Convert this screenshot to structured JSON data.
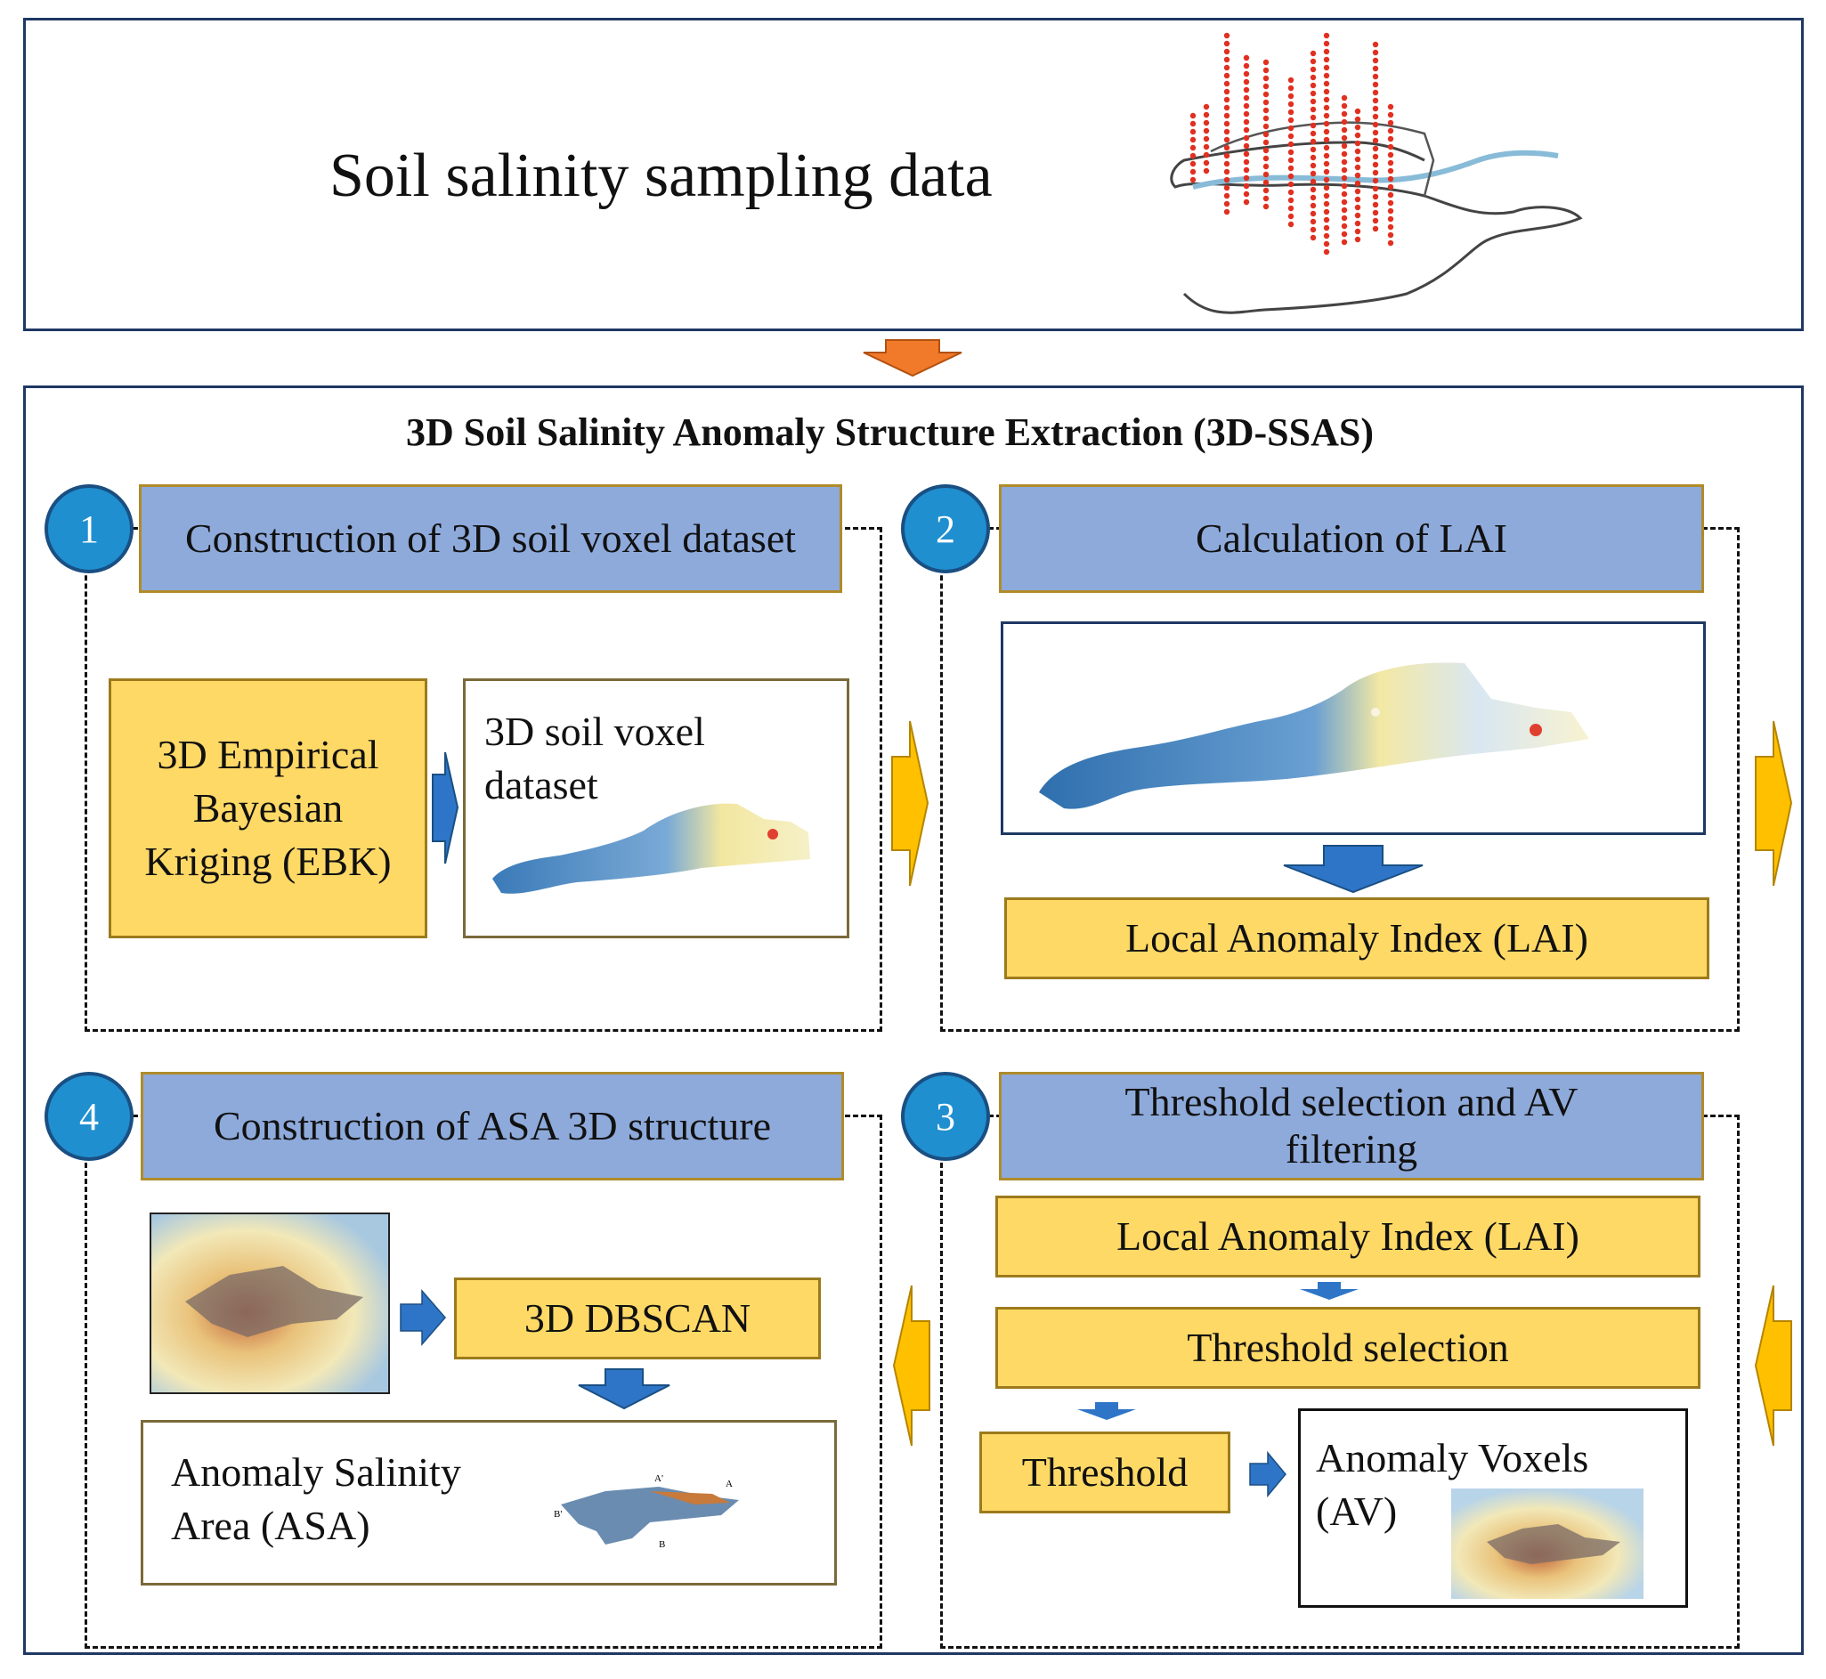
{
  "top": {
    "title": "Soil salinity sampling data"
  },
  "main": {
    "title": "3D Soil Salinity Anomaly Structure Extraction (3D-SSAS)"
  },
  "step1": {
    "number": "1",
    "header": "Construction of 3D soil voxel dataset",
    "ebk": "3D Empirical Bayesian Kriging (EBK)",
    "dataset": "3D soil voxel dataset"
  },
  "step2": {
    "number": "2",
    "header": "Calculation of LAI",
    "lai": "Local Anomaly Index (LAI)"
  },
  "step3": {
    "number": "3",
    "header": "Threshold selection and AV filtering",
    "lai": "Local Anomaly Index (LAI)",
    "threshold_selection": "Threshold selection",
    "threshold": "Threshold",
    "av": "Anomaly Voxels (AV)"
  },
  "step4": {
    "number": "4",
    "header": "Construction of ASA 3D structure",
    "dbscan": "3D DBSCAN",
    "asa": "Anomaly Salinity Area (ASA)",
    "asa_labels": [
      "A'",
      "A",
      "B'",
      "B"
    ]
  },
  "colors": {
    "frame": "#1f3864",
    "header_blue": "#8eaadb",
    "box_yellow": "#ffd966",
    "circle_blue": "#1f8fd0",
    "arrow_orange": "#f07a2a",
    "arrow_blue": "#2e75c8",
    "arrow_gold": "#ffc000",
    "sample_red": "#e03020"
  }
}
